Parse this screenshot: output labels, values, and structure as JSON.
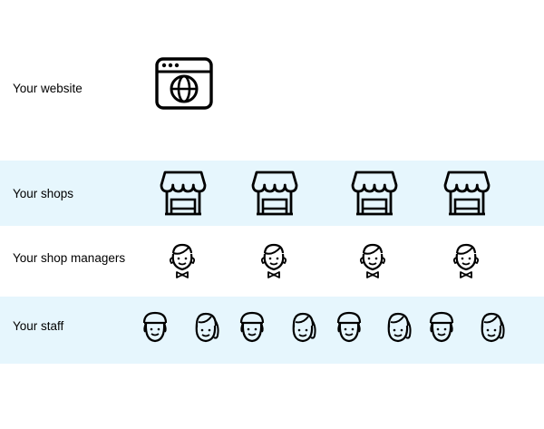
{
  "colors": {
    "band_tint": "#e6f6fd",
    "ink": "#000000"
  },
  "rows": {
    "website": {
      "label": "Your website",
      "icon": "browser-globe-icon",
      "count": 1
    },
    "shops": {
      "label": "Your shops",
      "icon": "storefront-icon",
      "count": 4
    },
    "managers": {
      "label": "Your shop managers",
      "icon": "manager-bowtie-icon",
      "count": 4
    },
    "staff": {
      "label": "Your staff",
      "icons": [
        "staff-cap-icon",
        "staff-ponytail-icon"
      ],
      "count": 8
    }
  }
}
